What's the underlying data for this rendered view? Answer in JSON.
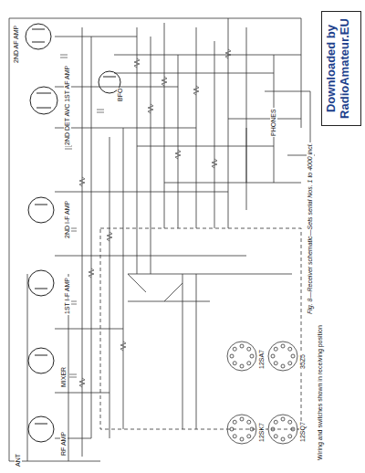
{
  "diagram": {
    "caption": "Fig. 8—Receiver schematic—Sets serial Nos. 1 to 4000 incl.",
    "nodes": [
      {
        "text": [
          "Downloaded by RadioAmateur.EU"
        ]
      }
    ],
    "edges": [],
    "labels": [
      "2ND AF AMP",
      "2ND DET AVC 1ST AF AMP",
      "BFO",
      "2ND I-F AMP",
      "1ST I-F AMP",
      "MIXER",
      "RF AMP",
      "ANT",
      "PHONES",
      "12SK7",
      "12SA7",
      "12SQ7",
      "35Z5",
      "Wiring and switches shown in receiving position"
    ]
  }
}
